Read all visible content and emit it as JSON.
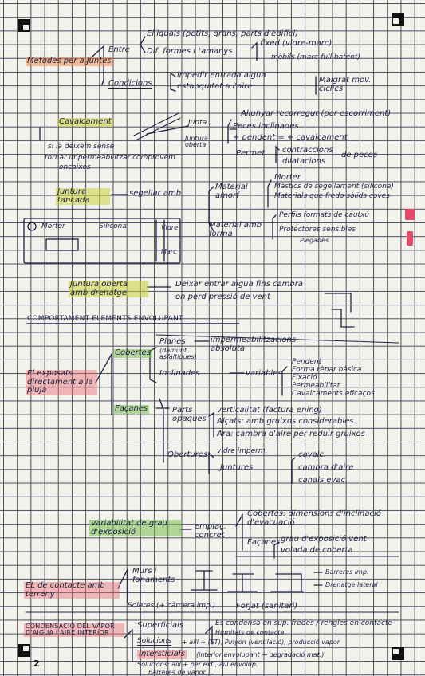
{
  "page_number": "2",
  "metodes": {
    "title": "Mètodes per a juntes",
    "entre": "Entre",
    "entre_a": "El iguals (petits, grans, parts d'edifici)",
    "entre_b": "Dif. formes i tamanys",
    "entre_b1": "fixed (vidre-marc)",
    "entre_b2": "mòbils (marc-full batent)",
    "condicions": "Condicions",
    "cond_a": "impedir entrada aigua",
    "cond_b": "estanquitat a l'aire",
    "cond_c": "Maigrat mov. cíclics"
  },
  "cavalcament": {
    "title": "Cavalcament",
    "junta": "Junta",
    "junta_oberta": "Juntura oberta",
    "desc1": "si la deixem sense",
    "desc2": "tornar impermeabilitzar comprovem",
    "desc3": "encaixos",
    "props_a": "Allunyar recorregut (per escorriment)",
    "props_b": "Peces inclinades",
    "props_c": "+ pendent = + cavalcament",
    "permet": "Permet",
    "permet_a": "contraccions",
    "permet_b": "dilatacions",
    "permet_c": "de peces"
  },
  "juntura_tancada": {
    "title": "Juntura tancada",
    "segellar": "segellar amb",
    "mat_amorf": "Material amorf",
    "amorf_a": "Morter",
    "amorf_b": "Màstics de segellament (silicona)",
    "amorf_c": "Materials que fredo sòlids coves",
    "mat_forma": "Material amb forma",
    "forma_a": "Perfils formats de cautxú",
    "forma_b": "Protectores sensibles",
    "forma_c": "Plegades",
    "sketch_morter": "Morter",
    "sketch_silicona": "Silicona",
    "sketch_vidre": "Vidre",
    "sketch_marc": "Marc"
  },
  "juntura_oberta": {
    "title": "Juntura oberta amb drenatge",
    "desc1": "Deixar entrar aigua fins cambra",
    "desc2": "on perd pressió de vent"
  },
  "comportament": {
    "title": "COMPORTAMENT ELEMENTS ENVOLUPANT",
    "exposats": "El exposats directament a la pluja",
    "cobertes": "Cobertes",
    "planes": "Planes",
    "planes_note": "(dàmunt asfàltiques)",
    "planes_r": "impermeabilitzacions absoluta",
    "inclinades": "Inclinades",
    "inclinades_r": "variables",
    "var_a": "Pendent",
    "var_b": "Forma rèpar bàsica",
    "var_c": "Fixació",
    "var_d": "Permeabilitat",
    "var_e": "Cavalcaments eficaços",
    "facanes": "Façanes",
    "parts_opaques": "Parts opaques",
    "opaq_a": "verticalitat (factura ening)",
    "opaq_b": "Alçats: amb gruixos considerables",
    "opaq_c": "Ara: cambra d'aire per reduir gruixos",
    "obertures": "Obertures",
    "obert_a": "vidre imperm.",
    "obert_b": "Juntures",
    "junt_a": "cavalc.",
    "junt_b": "cambra d'aire",
    "junt_c": "canals evac."
  },
  "variabilitat": {
    "title": "Variabilitat de grau d'exposició",
    "emplac": "emplaç. concret",
    "cob": "Cobertes: dimensions d'inclinació d'evacuació",
    "fac": "Façanes",
    "fac_a": "grau d'exposició vent",
    "fac_b": "volada de coberta"
  },
  "contacte": {
    "title": "EL de contacte amb terreny",
    "murs": "Murs i fonaments",
    "soleres": "Soleres (+ càmera imp.)",
    "forjat": "Forjat (sanitari)",
    "barrera": "Barreres imp.",
    "drenatge": "Drenatge lateral"
  },
  "condensacio": {
    "title": "CONDENSACIÓ DEL VAPOR D'AIGUA I AIRE INTERIOR",
    "superficials": "Superficials",
    "sup_a": "Es condensa en sup. fredes / rengles en contacte",
    "sup_b": "Humitats de contacte",
    "solucions": "Solucions",
    "sol_a": "+ aïll + (ST), Pinyon (ventilació), producció vapor",
    "intersticials": "Intersticials",
    "int_a": "(interior envolupant → degradació mat.)",
    "sol2": "Solucions: aïll + per ext., aïll envolup.",
    "sol3": "barreres de vapor ..."
  }
}
